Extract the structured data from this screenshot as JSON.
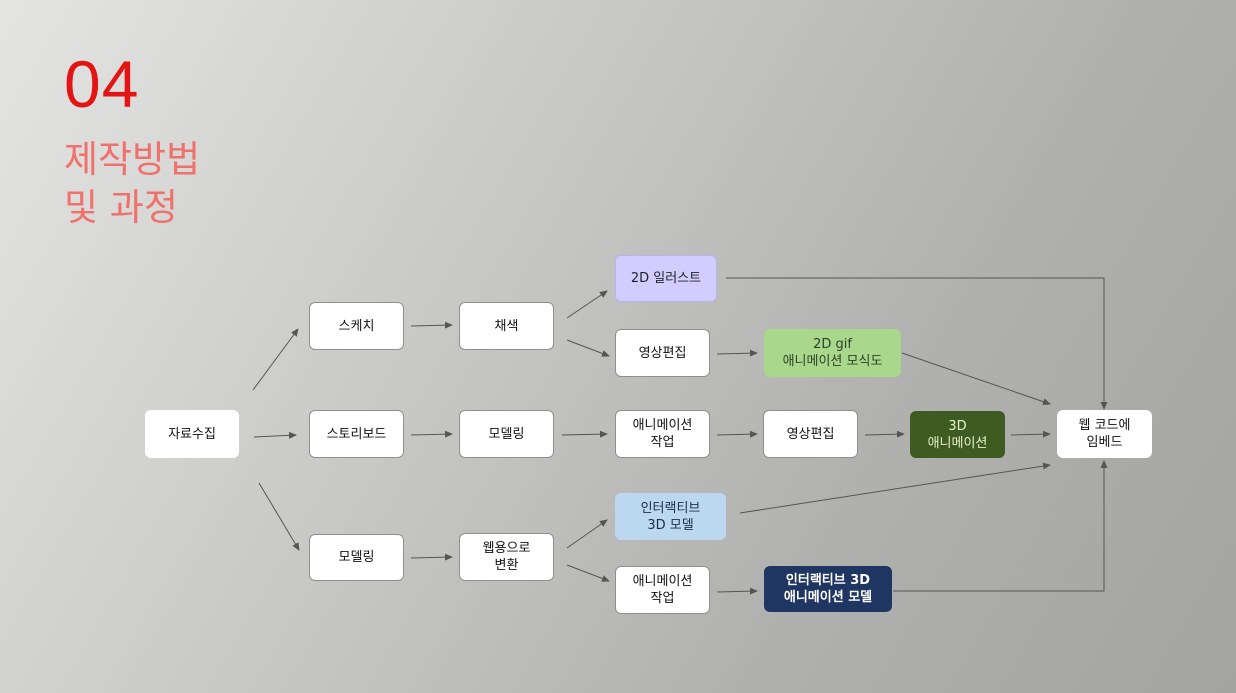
{
  "header": {
    "number": "04",
    "title_line1": "제작방법",
    "title_line2": "및 과정"
  },
  "colors": {
    "number": "#e41414",
    "title": "#f0706c",
    "node_purple": "#d2cdff",
    "node_green": "#a9d88c",
    "node_dark_green": "#3e5b22",
    "node_blue": "#bcd8f1",
    "node_navy": "#1f3562"
  },
  "nodes": {
    "research": {
      "line1": "자료수집"
    },
    "sketch": {
      "line1": "스케치"
    },
    "coloring": {
      "line1": "채색"
    },
    "illust_2d": {
      "line1": "2D 일러스트"
    },
    "video_edit_a": {
      "line1": "영상편집"
    },
    "gif_2d": {
      "line1": "2D gif",
      "line2": "애니메이션 모식도"
    },
    "storyboard": {
      "line1": "스토리보드"
    },
    "modeling_a": {
      "line1": "모델링"
    },
    "animation_a": {
      "line1": "애니메이션",
      "line2": "작업"
    },
    "video_edit_b": {
      "line1": "영상편집"
    },
    "anim_3d": {
      "line1": "3D",
      "line2": "애니메이션"
    },
    "web_embed": {
      "line1": "웹 코드에",
      "line2": "임베드"
    },
    "modeling_b": {
      "line1": "모델링"
    },
    "web_convert": {
      "line1": "웹용으로",
      "line2": "변환"
    },
    "interactive_3d": {
      "line1": "인터랙티브",
      "line2": "3D 모델"
    },
    "animation_b": {
      "line1": "애니메이션",
      "line2": "작업"
    },
    "interactive_anim_3d": {
      "line1": "인터랙티브 3D",
      "line2": "애니메이션 모델"
    }
  }
}
